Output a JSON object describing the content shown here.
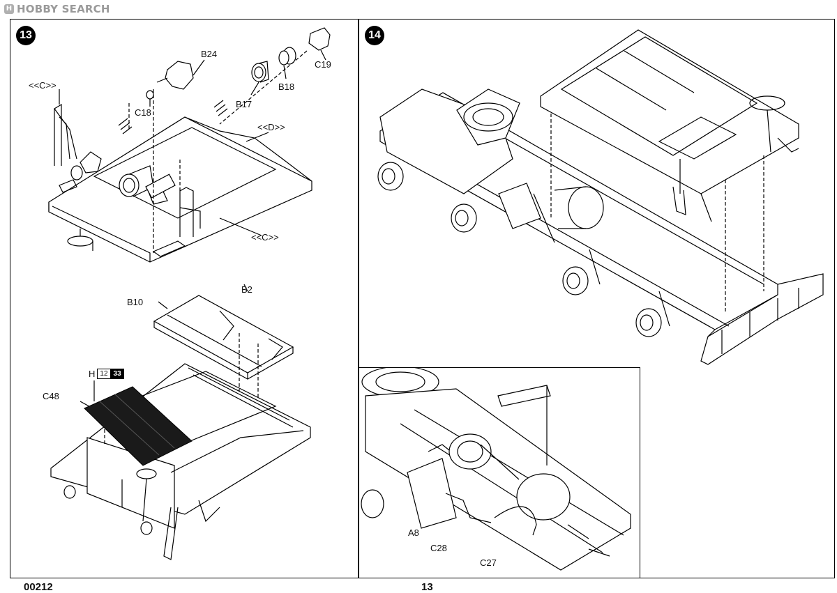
{
  "watermark": {
    "logo_glyph": "H",
    "text": "HOBBY SEARCH"
  },
  "step13": {
    "number": "13",
    "labels": {
      "b24": "B24",
      "c19": "C19",
      "c18": "C18",
      "b17": "B17",
      "b18": "B18",
      "c_top": "<<C>>",
      "d": "<<D>>",
      "c_mid": "<<C>>",
      "b10": "B10",
      "b2": "B2",
      "c48": "C48"
    },
    "ref": {
      "letter": "H",
      "page": "12",
      "step": "33"
    }
  },
  "step14": {
    "number": "14",
    "labels": {
      "a8": "A8",
      "c28": "C28",
      "c27": "C27"
    }
  },
  "footer": {
    "code": "00212",
    "page": "13"
  },
  "colors": {
    "line": "#000000",
    "watermark": "#9a9a9a",
    "decal": "#1a1a1a"
  }
}
